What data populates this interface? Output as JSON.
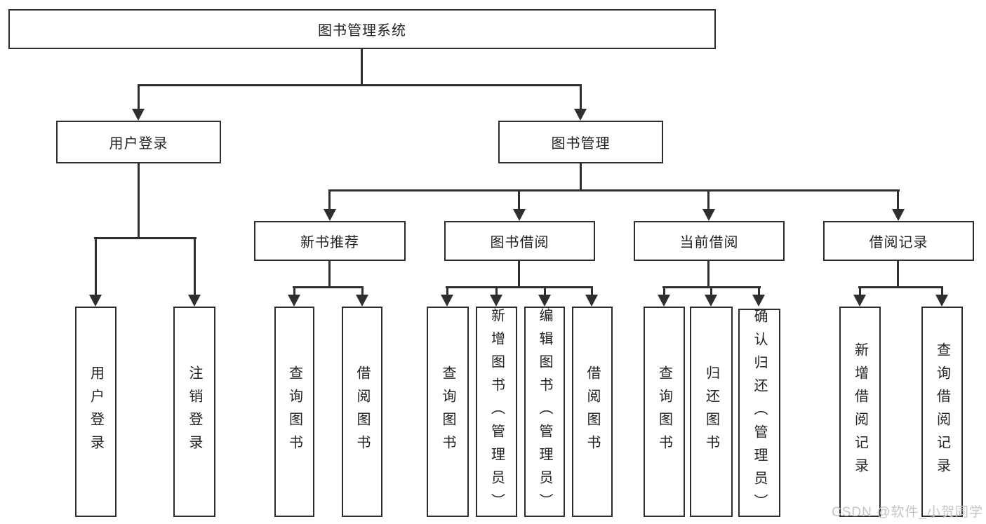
{
  "tree": {
    "root": "图书管理系统",
    "user_login": {
      "label": "用户登录",
      "children": [
        "用户登录",
        "注销登录"
      ]
    },
    "book_mgmt": {
      "label": "图书管理",
      "sections": [
        {
          "label": "新书推荐",
          "children": [
            "查询图书",
            "借阅图书"
          ]
        },
        {
          "label": "图书借阅",
          "children": [
            "查询图书",
            "新增图书（管理员）",
            "编辑图书（管理员）",
            "借阅图书"
          ]
        },
        {
          "label": "当前借阅",
          "children": [
            "查询图书",
            "归还图书",
            "确认归还（管理员）"
          ]
        },
        {
          "label": "借阅记录",
          "children": [
            "新增借阅记录",
            "查询借阅记录"
          ]
        }
      ]
    }
  },
  "watermark": {
    "text": "CSDN @软件_小贺同学"
  },
  "colors": {
    "line": "#2f2f2f",
    "box_border": "#2d2d2d",
    "text": "#222222",
    "background": "#ffffff",
    "watermark": "#c5c5c5"
  }
}
